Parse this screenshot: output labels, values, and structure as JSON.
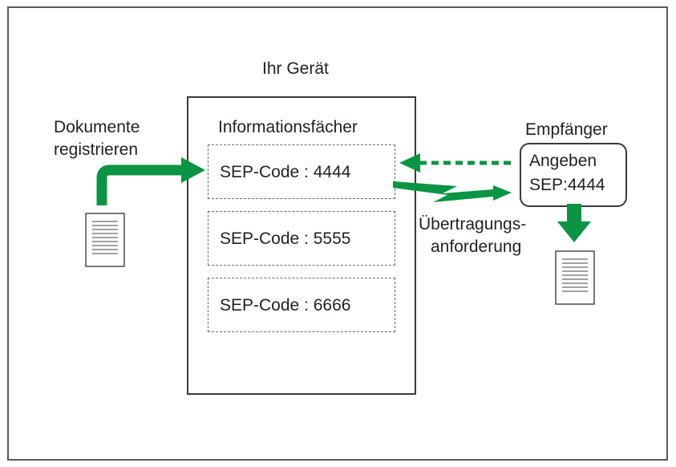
{
  "device_title": "Ihr Gerät",
  "info_boxes_title": "Informationsfächer",
  "register_label": [
    "Dokumente",
    "registrieren"
  ],
  "sep_boxes": [
    "SEP-Code : 4444",
    "SEP-Code : 5555",
    "SEP-Code : 6666"
  ],
  "recipient_title": "Empfänger",
  "recipient_box": [
    "Angeben",
    "SEP:4444"
  ],
  "transfer_label": [
    "Übertragungs-",
    "anforderung"
  ],
  "colors": {
    "arrow": "#0a9444",
    "border": "#3a3a3a",
    "text": "#231f20"
  }
}
